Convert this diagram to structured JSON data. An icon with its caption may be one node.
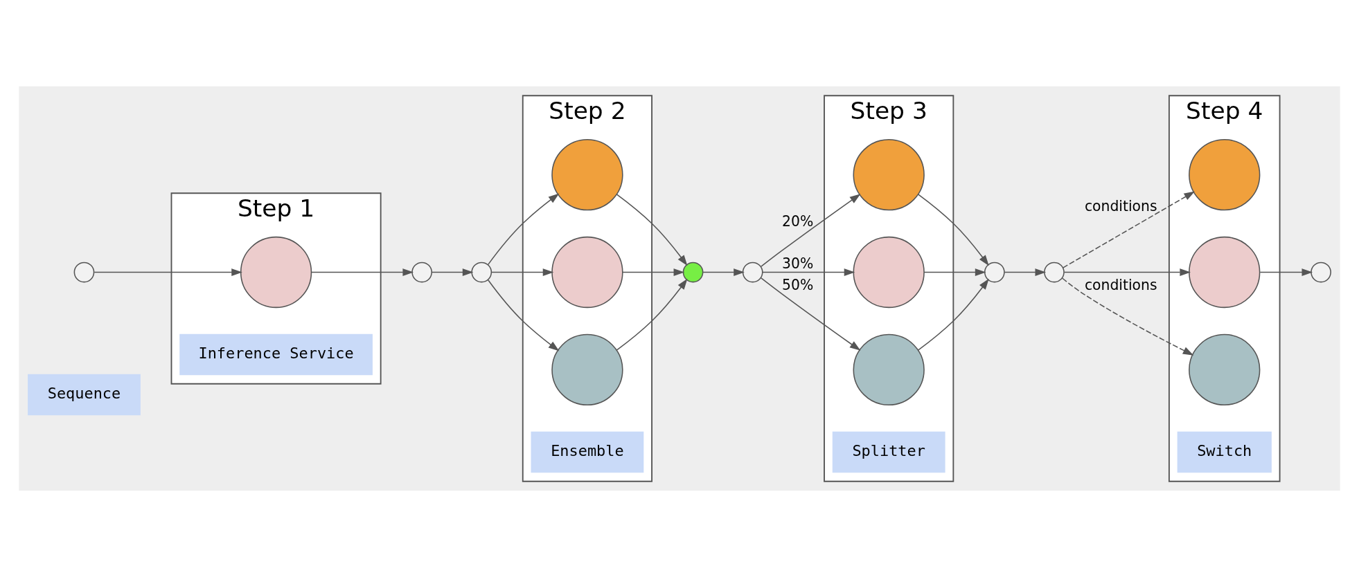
{
  "diagram": {
    "nodes": [
      {
        "text": [],
        "shape": "box"
      },
      {
        "text": [
          "Sequence"
        ],
        "in": 0
      },
      {
        "text": [
          "Step 1"
        ],
        "in": 0
      },
      {
        "text": [
          "Inference Service"
        ],
        "in": 2
      },
      {
        "text": [
          "Step 2"
        ],
        "in": 0
      },
      {
        "text": [
          "Ensemble"
        ],
        "in": 4
      },
      {
        "text": [
          "Step 3"
        ],
        "in": 0
      },
      {
        "text": [
          "Splitter"
        ],
        "in": 6
      },
      {
        "text": [
          "Step 4"
        ],
        "in": 0
      },
      {
        "text": [
          "Switch"
        ],
        "in": 8
      },
      {
        "text": [],
        "shape": "circle",
        "in": 0
      },
      {
        "text": [],
        "shape": "circle",
        "in": 2
      },
      {
        "text": [],
        "shape": "circle",
        "in": 0
      },
      {
        "text": [],
        "shape": "circle",
        "in": 0
      },
      {
        "text": [],
        "shape": "circle",
        "in": 4
      },
      {
        "text": [],
        "shape": "circle",
        "in": 4
      },
      {
        "text": [],
        "shape": "circle",
        "in": 4
      },
      {
        "text": [],
        "shape": "circle",
        "in": 0
      },
      {
        "text": [],
        "shape": "circle",
        "in": 0
      },
      {
        "text": [],
        "shape": "circle",
        "in": 6
      },
      {
        "text": [],
        "shape": "circle",
        "in": 6
      },
      {
        "text": [],
        "shape": "circle",
        "in": 6
      },
      {
        "text": [],
        "shape": "circle",
        "in": 0
      },
      {
        "text": [],
        "shape": "circle",
        "in": 0
      },
      {
        "text": [],
        "shape": "circle",
        "in": 8
      },
      {
        "text": [],
        "shape": "circle",
        "in": 8
      },
      {
        "text": [],
        "shape": "circle",
        "in": 8
      },
      {
        "text": [],
        "shape": "circle",
        "in": 0
      }
    ],
    "edges": [
      {
        "from": 10,
        "to": 11,
        "arrow": "to"
      },
      {
        "from": 11,
        "to": 12,
        "arrow": "to"
      },
      {
        "from": 12,
        "to": 13,
        "arrow": "to"
      },
      {
        "from": 13,
        "to": 14,
        "arrow": "to"
      },
      {
        "from": 13,
        "to": 15,
        "arrow": "to"
      },
      {
        "from": 13,
        "to": 16,
        "arrow": "to"
      },
      {
        "from": 14,
        "to": 17,
        "arrow": "to"
      },
      {
        "from": 15,
        "to": 17,
        "arrow": "to"
      },
      {
        "from": 16,
        "to": 17,
        "arrow": "to"
      },
      {
        "from": 17,
        "to": 18,
        "arrow": "to"
      },
      {
        "from": 18,
        "to": 19,
        "arrow": "to",
        "label": "20%"
      },
      {
        "from": 18,
        "to": 20,
        "arrow": "to",
        "label": "30%"
      },
      {
        "from": 18,
        "to": 21,
        "arrow": "to",
        "label": "50%"
      },
      {
        "from": 19,
        "to": 22,
        "arrow": "to"
      },
      {
        "from": 20,
        "to": 22,
        "arrow": "to"
      },
      {
        "from": 21,
        "to": 22,
        "arrow": "to"
      },
      {
        "from": 22,
        "to": 23,
        "arrow": "to"
      },
      {
        "from": 23,
        "to": 24,
        "arrow": "to",
        "style": "dashed",
        "label": "conditions"
      },
      {
        "from": 23,
        "to": 25,
        "arrow": "to"
      },
      {
        "from": 23,
        "to": 26,
        "arrow": "to",
        "style": "dashed",
        "label": "conditions"
      },
      {
        "from": 25,
        "to": 27,
        "arrow": "to"
      }
    ]
  }
}
